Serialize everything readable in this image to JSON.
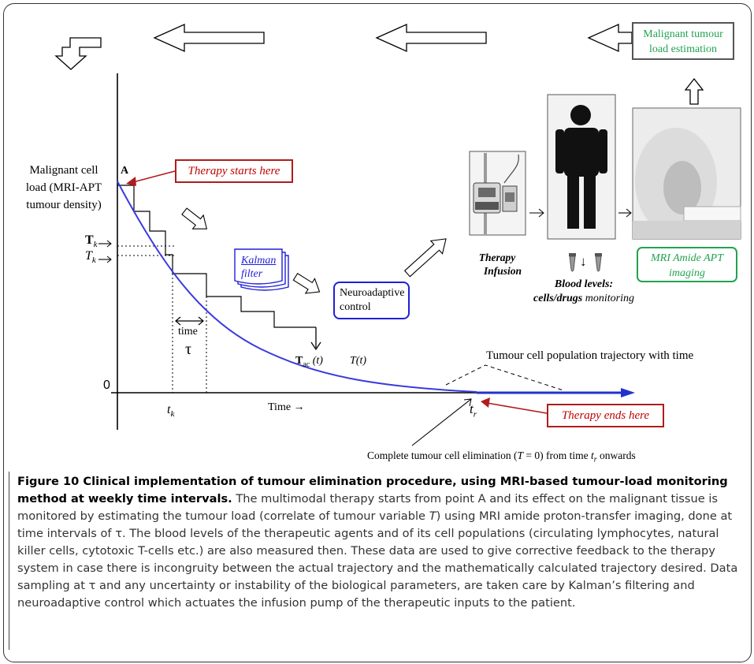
{
  "diagram": {
    "malignant_load_label": [
      "Malignant cell",
      "load (MRI-APT",
      "tumour density)"
    ],
    "point_a": "A",
    "therapy_starts": "Therapy starts here",
    "therapy_ends": "Therapy ends here",
    "tk_bold": "T",
    "tk_italic": "T",
    "tk_sub": "k",
    "kalman_line1": "Kalman",
    "kalman_line2": "filter",
    "neuroadaptive": [
      "Neuroadaptive",
      "control"
    ],
    "time_label": "time",
    "tau": "τ",
    "t_ac_main": "T",
    "t_ac_sub": "ac",
    "t_ac_arg": "(t)",
    "t_of_t": "T(t)",
    "zero": "0",
    "t_k_main": "t",
    "t_k_sub": "k",
    "time_axis": "Time →",
    "t_r_main": "t",
    "t_r_sub": "r",
    "trajectory_label": "Tumour cell population trajectory with time",
    "elimination_note_pre": "Complete tumour cell elimination (",
    "elimination_note_T": "T",
    "elimination_note_mid": " = 0) from time ",
    "elimination_note_t": "t",
    "elimination_note_r": "r",
    "elimination_note_post": " onwards",
    "therapy_infusion": [
      "Therapy",
      "Infusion"
    ],
    "blood_levels_1": "Blood levels:",
    "blood_levels_2a": "cells/drugs",
    "blood_levels_2b": " monitoring",
    "mri_imaging": [
      "MRI Amide APT",
      "imaging"
    ],
    "tumour_load_estimation": [
      "Malignant tumour",
      "load estimation"
    ],
    "arrows": "⇐",
    "colors": {
      "red": "#b01c1c",
      "green": "#22a350",
      "blue": "#1f1fd8",
      "curve": "#3a3ae0"
    }
  },
  "caption": {
    "title": "Figure 10 Clinical implementation of tumour elimination procedure, using MRI-based tumour-load monitoring method at weekly time intervals.",
    "body_1": " The multimodal therapy starts from point A and its effect on the malignant tissue is monitored by estimating the tumour load (correlate of tumour variable ",
    "body_T": "T",
    "body_2": ") using MRI amide proton-transfer imaging, done at time intervals of τ. The blood levels of the therapeutic agents and of its cell populations (circulating lymphocytes, natural killer cells, cytotoxic T-cells etc.) are also measured then. These data are used to give corrective feedback to the therapy system in case there is incongruity between the actual trajectory and the mathematically calculated trajectory desired. Data sampling at τ and any uncertainty or instability of the biological parameters, are taken care by Kalman’s filtering and neuroadaptive control which actuates the infusion pump of the therapeutic inputs to the patient."
  }
}
